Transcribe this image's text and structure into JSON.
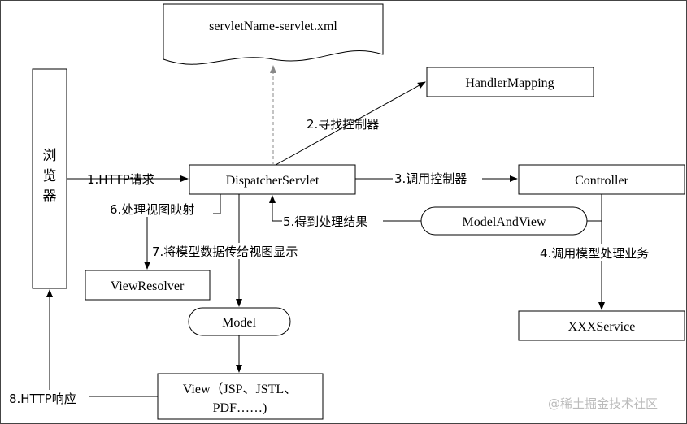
{
  "nodes": {
    "servlet_xml": "servletName-servlet.xml",
    "handler_mapping": "HandlerMapping",
    "browser_chars": [
      "浏",
      "览",
      "器"
    ],
    "dispatcher": "DispatcherServlet",
    "controller": "Controller",
    "model_and_view": "ModelAndView",
    "view_resolver": "ViewResolver",
    "model": "Model",
    "view_line1": "View（JSP、JSTL、",
    "view_line2": "PDF……)",
    "service": "XXXService"
  },
  "edges": {
    "e1": "1.HTTP请求",
    "e2": "2.寻找控制器",
    "e3": "3.调用控制器",
    "e4": "4.调用模型处理业务",
    "e5": "5.得到处理结果",
    "e6": "6.处理视图映射",
    "e7": "7.将模型数据传给视图显示",
    "e8": "8.HTTP响应"
  },
  "watermark": "@稀土掘金技术社区"
}
